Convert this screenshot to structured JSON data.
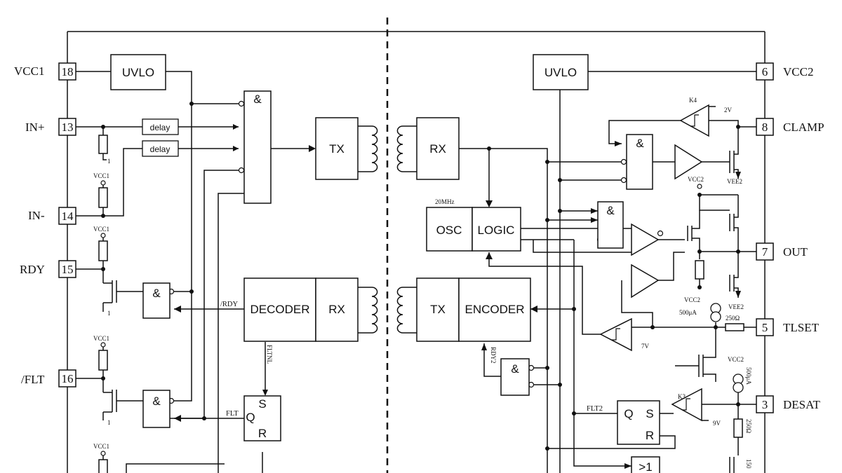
{
  "pins_left": [
    {
      "name": "VCC1",
      "num": "18"
    },
    {
      "name": "IN+",
      "num": "13"
    },
    {
      "name": "IN-",
      "num": "14"
    },
    {
      "name": "RDY",
      "num": "15"
    },
    {
      "name": "/FLT",
      "num": "16"
    }
  ],
  "pins_right": [
    {
      "name": "VCC2",
      "num": "6"
    },
    {
      "name": "CLAMP",
      "num": "8"
    },
    {
      "name": "OUT",
      "num": "7"
    },
    {
      "name": "TLSET",
      "num": "5"
    },
    {
      "name": "DESAT",
      "num": "3"
    }
  ],
  "blocks": {
    "uvlo_left": "UVLO",
    "uvlo_right": "UVLO",
    "and_main": "&",
    "tx_top": "TX",
    "rx_top": "RX",
    "osc": "OSC",
    "logic": "LOGIC",
    "osc_freq": "20MHz",
    "decoder": "DECODER",
    "rx_bottom": "RX",
    "tx_bottom": "TX",
    "encoder": "ENCODER",
    "delay1": "delay",
    "delay2": "delay",
    "and_rdy": "&",
    "and_flt": "&",
    "and_rdy2": "&",
    "and_clamp": "&",
    "and_out": "&",
    "or_gate": ">1",
    "sr_left_s": "S",
    "sr_left_q": "Q",
    "sr_left_r": "R",
    "sr_right_q": "Q",
    "sr_right_s": "S",
    "sr_right_r": "R"
  },
  "labels": {
    "vcc1_in_minus": "VCC1",
    "vcc1_rdy": "VCC1",
    "vcc1_flt": "VCC1",
    "vcc1_bottom": "VCC1",
    "one_a": "1",
    "one_b": "1",
    "one_c": "1",
    "rdy_bar": "/RDY",
    "fltnl": "FLTNL",
    "flt": "FLT",
    "rdy2": "RDY2",
    "flt2": "FLT2",
    "k4": "K4",
    "v2": "2V",
    "vee2_top": "VEE2",
    "vcc2_out": "VCC2",
    "vcc2_mid": "VCC2",
    "i500_mid": "500μA",
    "r250_mid": "250Ω",
    "vee2_mid": "VEE2",
    "v7": "7V",
    "vcc2_desat": "VCC2",
    "i500_desat": "500μA",
    "k3": "K3",
    "v9": "9V",
    "r250_desat": "250Ω",
    "val150": "150"
  }
}
